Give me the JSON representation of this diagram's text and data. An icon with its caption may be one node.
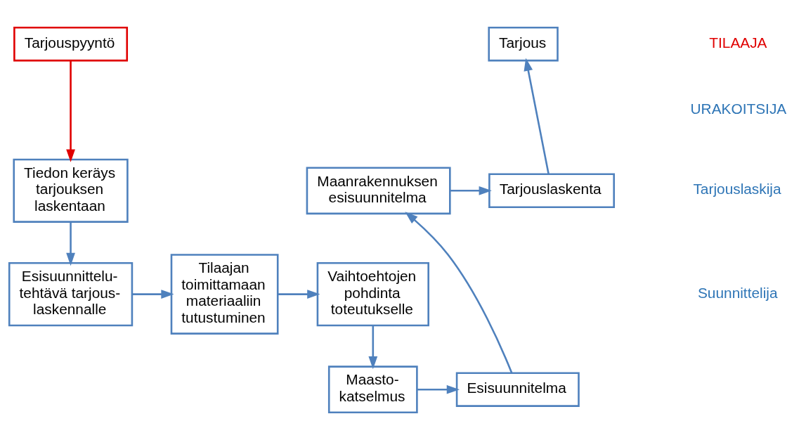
{
  "diagram": {
    "nodes": [
      {
        "text": [
          "Tarjouspyyntö"
        ]
      },
      {
        "text": [
          "Tarjous"
        ]
      },
      {
        "text": [
          "Tiedon keräys tarjouksen laskentaan"
        ]
      },
      {
        "text": [
          "Maanrakennuksen esisuunnitelma"
        ]
      },
      {
        "text": [
          "Tarjouslaskenta"
        ]
      },
      {
        "text": [
          "Esisuunnittelu- tehtävä tarjous- laskennalle"
        ]
      },
      {
        "text": [
          "Tilaajan toimittamaan materiaaliin tutustuminen"
        ]
      },
      {
        "text": [
          "Vaihtoehtojen pohdinta toteutukselle"
        ]
      },
      {
        "text": [
          "Maasto- katselmus"
        ]
      },
      {
        "text": [
          "Esisuunnitelma"
        ]
      }
    ],
    "edges": [
      {
        "from": 0,
        "to": 2,
        "arrow": "to",
        "color": "#e00000"
      },
      {
        "from": 2,
        "to": 5,
        "arrow": "to"
      },
      {
        "from": 5,
        "to": 6,
        "arrow": "to"
      },
      {
        "from": 6,
        "to": 7,
        "arrow": "to"
      },
      {
        "from": 7,
        "to": 8,
        "arrow": "to"
      },
      {
        "from": 8,
        "to": 9,
        "arrow": "to"
      },
      {
        "from": 9,
        "to": 3,
        "arrow": "to"
      },
      {
        "from": 3,
        "to": 4,
        "arrow": "to"
      },
      {
        "from": 4,
        "to": 1,
        "arrow": "to"
      }
    ],
    "labels": [
      "TILAAJA",
      "URAKOITSIJA",
      "Tarjouslaskija",
      "Suunnittelija"
    ]
  }
}
